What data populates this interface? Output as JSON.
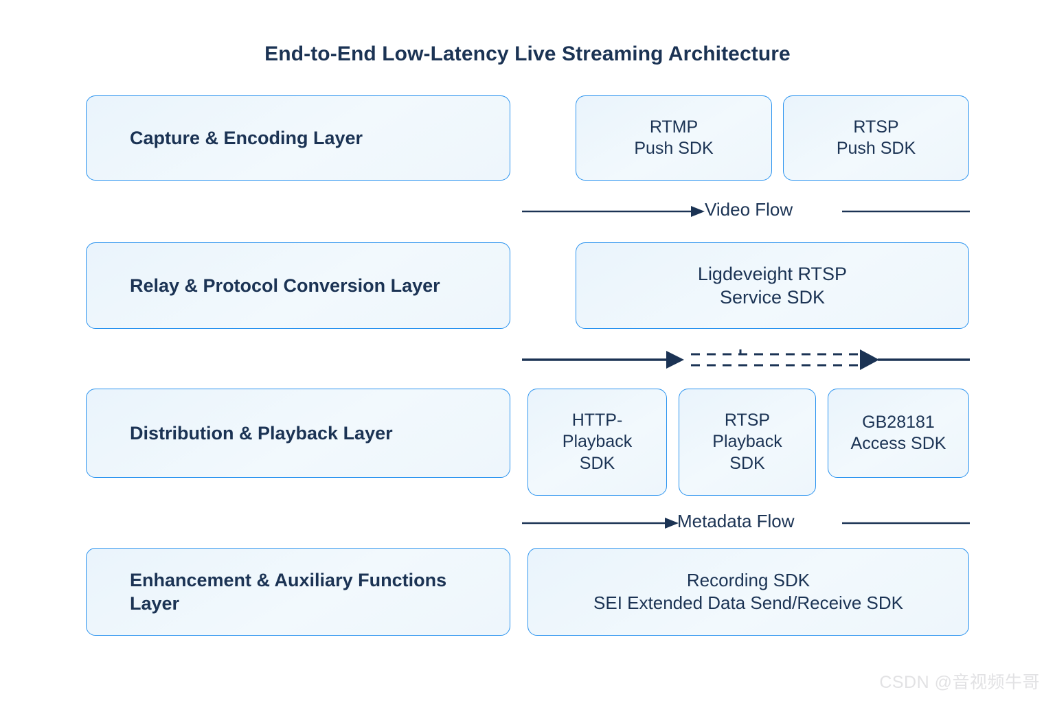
{
  "title": "End-to-End Low-Latency Live Streaming Architecture",
  "colors": {
    "box_border": "#2a93ef",
    "box_fill": "#eef6fc",
    "text": "#1b3354",
    "arrow": "#1b3354",
    "watermark": "#e2e2e4",
    "background": "#ffffff"
  },
  "layers": [
    {
      "id": "capture-encoding",
      "label": "Capture & Encoding Layer"
    },
    {
      "id": "relay-protocol",
      "label": "Relay & Protocol Conversion Layer"
    },
    {
      "id": "distribution-playback",
      "label": "Distribution & Playback Layer"
    },
    {
      "id": "enhancement-auxiliary",
      "label": "Enhancement & Auxiliary Functions Layer"
    }
  ],
  "components": {
    "rtmp_push_sdk": "RTMP\nPush SDK",
    "rtsp_push_sdk": "RTSP\nPush SDK",
    "rtsp_service_sdk": "Ligdeveight RTSP\nService SDK",
    "http_playback_sdk": "HTTP-\nPlayback\nSDK",
    "rtsp_playback_sdk": "RTSP\nPlayback\nSDK",
    "gb28181_access_sdk": "GB28181\nAccess SDK",
    "recording_sdk": "Recording SDK\nSEI Extended Data Send/Receive SDK"
  },
  "flows": [
    {
      "id": "video-flow",
      "label": "Video Flow",
      "style": "solid-arrow"
    },
    {
      "id": "dashed-flow",
      "label": "",
      "style": "dashed-double-arrow"
    },
    {
      "id": "metadata-flow",
      "label": "Metadata Flow",
      "style": "solid-arrow"
    }
  ],
  "watermark": "CSDN @音视频牛哥"
}
